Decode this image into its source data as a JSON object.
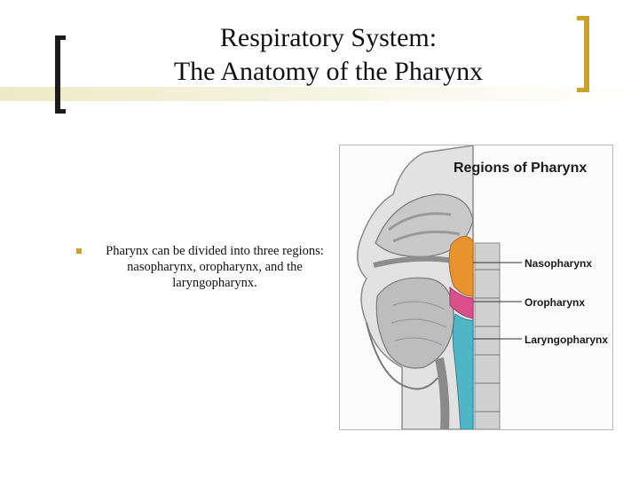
{
  "slide": {
    "title_line1": "Respiratory System:",
    "title_line2": "The Anatomy of the Pharynx",
    "bullet": "Pharynx can be divided into three regions: nasopharynx, oropharynx, and the laryngopharynx."
  },
  "figure": {
    "heading": "Regions of Pharynx",
    "labels": [
      "Nasopharynx",
      "Oropharynx",
      "Laryngopharynx"
    ]
  },
  "colors": {
    "accent": "#c9a227",
    "bracket_dark": "#1c1c1c",
    "nasopharynx": "#e8932f",
    "oropharynx": "#d9508a",
    "laryngopharynx": "#4fb6c8"
  }
}
